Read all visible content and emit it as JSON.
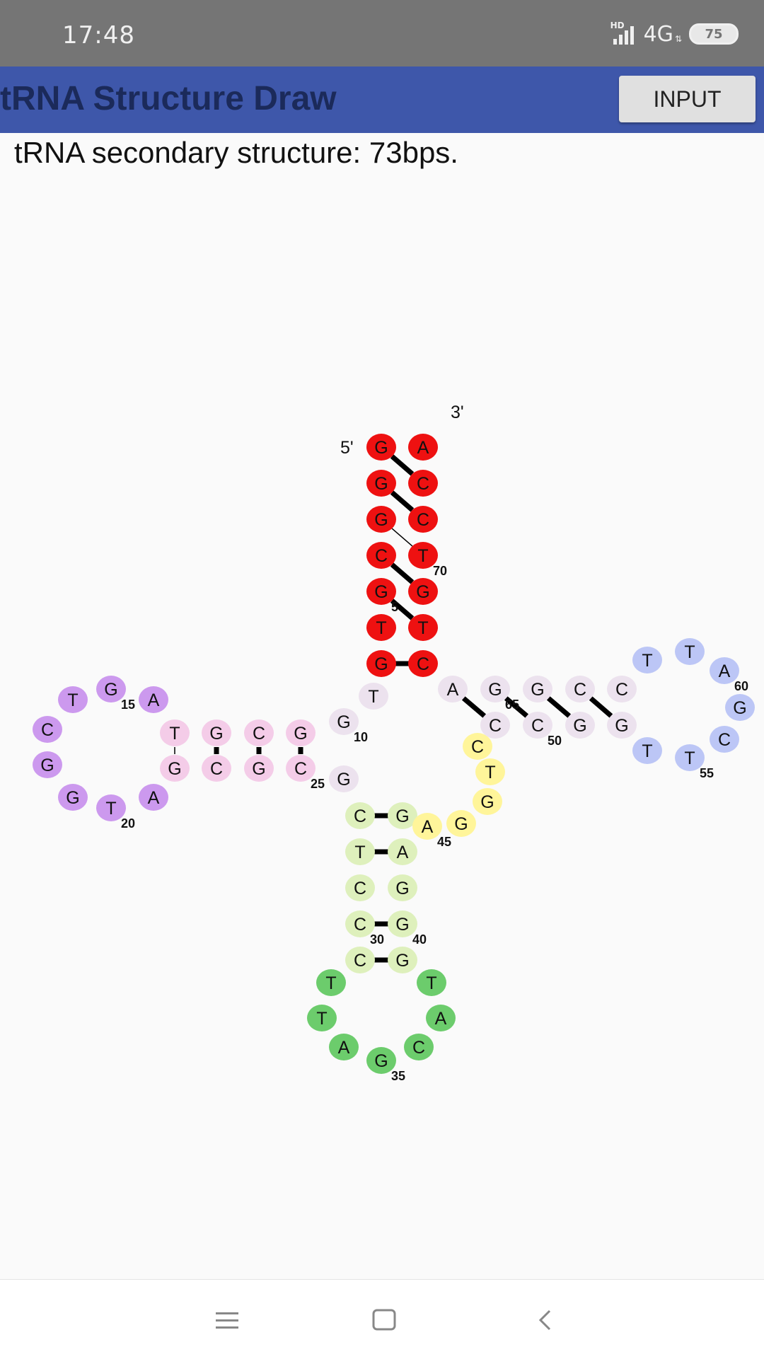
{
  "status_bar": {
    "time": "17:48",
    "hd": "HD",
    "network": "4G",
    "battery": "75"
  },
  "app_bar": {
    "title": "tRNA Structure Draw",
    "input_button": "INPUT"
  },
  "summary": "tRNA secondary structure: 73bps.",
  "structure": {
    "end_labels": {
      "five_prime": "5'",
      "three_prime": "3'"
    },
    "colors": {
      "acceptor": "#ee1111",
      "d_stem": "#f4cce8",
      "d_loop": "#cc99ee",
      "anticodon_stem": "#def0bc",
      "anticodon_loop": "#6ccc6c",
      "variable": "#fff59a",
      "t_stem": "#ece2ee",
      "t_loop": "#bcc6f6",
      "linker": "#ece2ee"
    },
    "nucleotides": [
      {
        "n": 1,
        "b": "G",
        "r": "acceptor"
      },
      {
        "n": 2,
        "b": "G",
        "r": "acceptor"
      },
      {
        "n": 3,
        "b": "G",
        "r": "acceptor"
      },
      {
        "n": 4,
        "b": "C",
        "r": "acceptor"
      },
      {
        "n": 5,
        "b": "G",
        "r": "acceptor"
      },
      {
        "n": 6,
        "b": "T",
        "r": "acceptor"
      },
      {
        "n": 7,
        "b": "G",
        "r": "acceptor"
      },
      {
        "n": 8,
        "b": "T",
        "r": "linker"
      },
      {
        "n": 9,
        "b": "G",
        "r": "linker"
      },
      {
        "n": 10,
        "b": "G",
        "r": "d_stem"
      },
      {
        "n": 11,
        "b": "C",
        "r": "d_stem"
      },
      {
        "n": 12,
        "b": "G",
        "r": "d_stem"
      },
      {
        "n": 13,
        "b": "T",
        "r": "d_stem"
      },
      {
        "n": 14,
        "b": "A",
        "r": "d_loop"
      },
      {
        "n": 15,
        "b": "G",
        "r": "d_loop"
      },
      {
        "n": 16,
        "b": "T",
        "r": "d_loop"
      },
      {
        "n": 17,
        "b": "C",
        "r": "d_loop"
      },
      {
        "n": 18,
        "b": "G",
        "r": "d_loop"
      },
      {
        "n": 19,
        "b": "G",
        "r": "d_loop"
      },
      {
        "n": 20,
        "b": "T",
        "r": "d_loop"
      },
      {
        "n": 21,
        "b": "A",
        "r": "d_loop"
      },
      {
        "n": 22,
        "b": "G",
        "r": "d_stem"
      },
      {
        "n": 23,
        "b": "C",
        "r": "d_stem"
      },
      {
        "n": 24,
        "b": "G",
        "r": "d_stem"
      },
      {
        "n": 25,
        "b": "C",
        "r": "d_stem"
      },
      {
        "n": 26,
        "b": "G",
        "r": "linker"
      },
      {
        "n": 27,
        "b": "C",
        "r": "anticodon_stem"
      },
      {
        "n": 28,
        "b": "T",
        "r": "anticodon_stem"
      },
      {
        "n": 29,
        "b": "C",
        "r": "anticodon_stem"
      },
      {
        "n": 30,
        "b": "C",
        "r": "anticodon_stem"
      },
      {
        "n": 31,
        "b": "C",
        "r": "anticodon_stem"
      },
      {
        "n": 32,
        "b": "T",
        "r": "anticodon_loop"
      },
      {
        "n": 33,
        "b": "T",
        "r": "anticodon_loop"
      },
      {
        "n": 34,
        "b": "A",
        "r": "anticodon_loop"
      },
      {
        "n": 35,
        "b": "G",
        "r": "anticodon_loop"
      },
      {
        "n": 36,
        "b": "C",
        "r": "anticodon_loop"
      },
      {
        "n": 37,
        "b": "A",
        "r": "anticodon_loop"
      },
      {
        "n": 38,
        "b": "T",
        "r": "anticodon_loop"
      },
      {
        "n": 39,
        "b": "G",
        "r": "anticodon_stem"
      },
      {
        "n": 40,
        "b": "G",
        "r": "anticodon_stem"
      },
      {
        "n": 41,
        "b": "G",
        "r": "anticodon_stem"
      },
      {
        "n": 42,
        "b": "A",
        "r": "anticodon_stem"
      },
      {
        "n": 43,
        "b": "G",
        "r": "anticodon_stem"
      },
      {
        "n": 44,
        "b": "A",
        "r": "variable"
      },
      {
        "n": 45,
        "b": "G",
        "r": "variable"
      },
      {
        "n": 46,
        "b": "G",
        "r": "variable"
      },
      {
        "n": 47,
        "b": "T",
        "r": "variable"
      },
      {
        "n": 48,
        "b": "C",
        "r": "variable"
      },
      {
        "n": 49,
        "b": "C",
        "r": "t_stem"
      },
      {
        "n": 50,
        "b": "C",
        "r": "t_stem"
      },
      {
        "n": 51,
        "b": "G",
        "r": "t_stem"
      },
      {
        "n": 52,
        "b": "G",
        "r": "t_stem"
      },
      {
        "n": 53,
        "b": "T",
        "r": "t_loop"
      },
      {
        "n": 54,
        "b": "T",
        "r": "t_loop"
      },
      {
        "n": 55,
        "b": "C",
        "r": "t_loop"
      },
      {
        "n": 56,
        "b": "G",
        "r": "t_loop"
      },
      {
        "n": 57,
        "b": "A",
        "r": "t_loop"
      },
      {
        "n": 58,
        "b": "T",
        "r": "t_loop"
      },
      {
        "n": 59,
        "b": "T",
        "r": "t_loop"
      },
      {
        "n": 60,
        "b": "C",
        "r": "t_stem"
      },
      {
        "n": 61,
        "b": "C",
        "r": "t_stem"
      },
      {
        "n": 62,
        "b": "G",
        "r": "t_stem"
      },
      {
        "n": 63,
        "b": "G",
        "r": "t_stem"
      },
      {
        "n": 64,
        "b": "A",
        "r": "t_stem"
      },
      {
        "n": 65,
        "b": "C",
        "r": "acceptor"
      },
      {
        "n": 66,
        "b": "T",
        "r": "acceptor"
      },
      {
        "n": 67,
        "b": "G",
        "r": "acceptor"
      },
      {
        "n": 68,
        "b": "T",
        "r": "acceptor"
      },
      {
        "n": 69,
        "b": "C",
        "r": "acceptor"
      },
      {
        "n": 70,
        "b": "C",
        "r": "acceptor"
      },
      {
        "n": 71,
        "b": "A",
        "r": "acceptor"
      }
    ],
    "position_labels": [
      {
        "after": 5,
        "text": "5"
      },
      {
        "after": 9,
        "text": "10"
      },
      {
        "after": 15,
        "text": "15"
      },
      {
        "after": 20,
        "text": "20"
      },
      {
        "after": 25,
        "text": "25"
      },
      {
        "after": 30,
        "text": "30"
      },
      {
        "after": 35,
        "text": "35"
      },
      {
        "after": 40,
        "text": "40"
      },
      {
        "after": 44,
        "text": "45"
      },
      {
        "after": 50,
        "text": "50"
      },
      {
        "after": 54,
        "text": "55"
      },
      {
        "after": 57,
        "text": "60"
      },
      {
        "after": 63,
        "text": "65"
      },
      {
        "after": 68,
        "text": "70"
      }
    ],
    "pairs": [
      {
        "a": 1,
        "b": 70,
        "type": "strong"
      },
      {
        "a": 2,
        "b": 69,
        "type": "strong"
      },
      {
        "a": 3,
        "b": 68,
        "type": "wobble"
      },
      {
        "a": 4,
        "b": 67,
        "type": "strong"
      },
      {
        "a": 5,
        "b": 66,
        "type": "strong"
      },
      {
        "a": 7,
        "b": 65,
        "type": "strong"
      },
      {
        "a": 10,
        "b": 25,
        "type": "strong"
      },
      {
        "a": 11,
        "b": 24,
        "type": "strong"
      },
      {
        "a": 12,
        "b": 23,
        "type": "strong"
      },
      {
        "a": 13,
        "b": 22,
        "type": "wobble"
      },
      {
        "a": 27,
        "b": 43,
        "type": "strong"
      },
      {
        "a": 28,
        "b": 42,
        "type": "strong"
      },
      {
        "a": 30,
        "b": 40,
        "type": "strong"
      },
      {
        "a": 31,
        "b": 39,
        "type": "strong"
      },
      {
        "a": 49,
        "b": 64,
        "type": "strong"
      },
      {
        "a": 50,
        "b": 63,
        "type": "strong"
      },
      {
        "a": 51,
        "b": 62,
        "type": "strong"
      },
      {
        "a": 52,
        "b": 61,
        "type": "strong"
      },
      {
        "a": 53,
        "b": 60,
        "type": "strong"
      }
    ]
  },
  "nav_bar": {
    "menu_icon": "menu-icon",
    "home_icon": "home-icon",
    "back_icon": "back-icon"
  }
}
